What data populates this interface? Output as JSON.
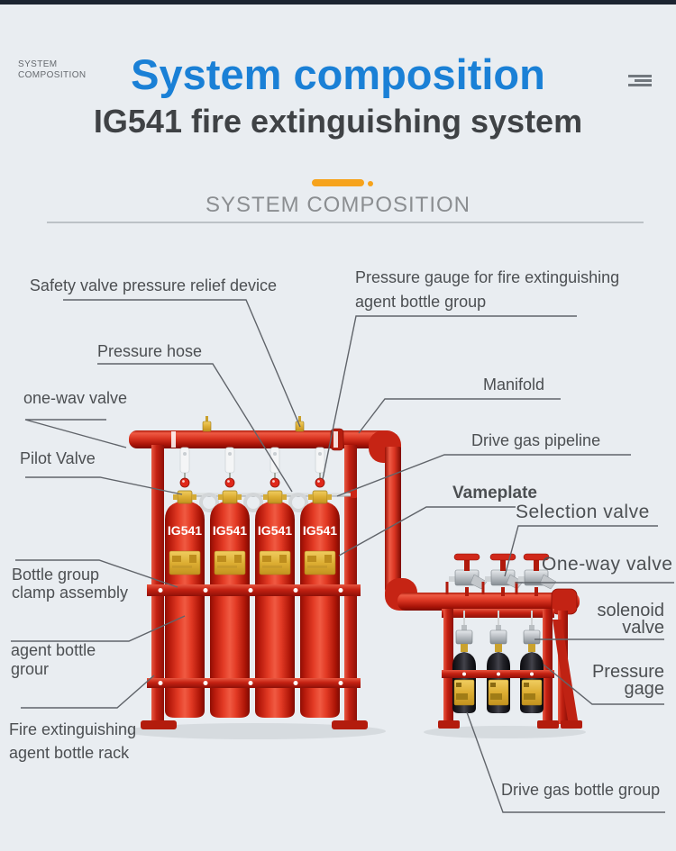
{
  "page": {
    "background": "#e9edf1",
    "top_bar_color": "#1c2431"
  },
  "header": {
    "eyebrow": {
      "line1": "SYSTEM",
      "line2": "COMPOSITION"
    },
    "title": "System composition",
    "title_color": "#1a80d6",
    "subtitle": "IG541 fire extinguishing system",
    "menu_icon": "menu-icon",
    "accent_dash_color": "#f6a31c",
    "section_heading": "SYSTEM COMPOSITION"
  },
  "diagram": {
    "bottle_label": "IG541",
    "colors": {
      "pipe_red": "#d13020",
      "bottle_red": "#e23a24",
      "drive_bottle_black": "#26262c",
      "gold_label": "#ddae33",
      "steel_gray": "#c2c7cb",
      "leader_line": "#60646a",
      "label_text": "#4c4f52"
    },
    "labels": {
      "safety_valve": "Safety valve pressure relief device",
      "pressure_gauge_line1": "Pressure gauge for fire extinguishing",
      "pressure_gauge_line2": "agent bottle group",
      "pressure_hose": "Pressure hose",
      "manifold": "Manifold",
      "one_way_valve_left": "one-wav valve",
      "drive_gas_pipeline": "Drive gas pipeline",
      "pilot_valve": "Pilot Valve",
      "vameplate": "Vameplate",
      "selection_valve": "Selection valve",
      "one_way_valve_right": "One-way valve",
      "solenoid_valve_line1": "solenoid",
      "solenoid_valve_line2": "valve",
      "pressure_gage_line1": "Pressure",
      "pressure_gage_line2": "gage",
      "clamp_line1": "Bottle group",
      "clamp_line2": "clamp assembly",
      "agent_bottle_line1": "agent bottle",
      "agent_bottle_line2": "grour",
      "rack_line1": "Fire extinguishing",
      "rack_line2": "agent bottle rack",
      "drive_gas_bottle_group": "Drive gas bottle group"
    }
  }
}
